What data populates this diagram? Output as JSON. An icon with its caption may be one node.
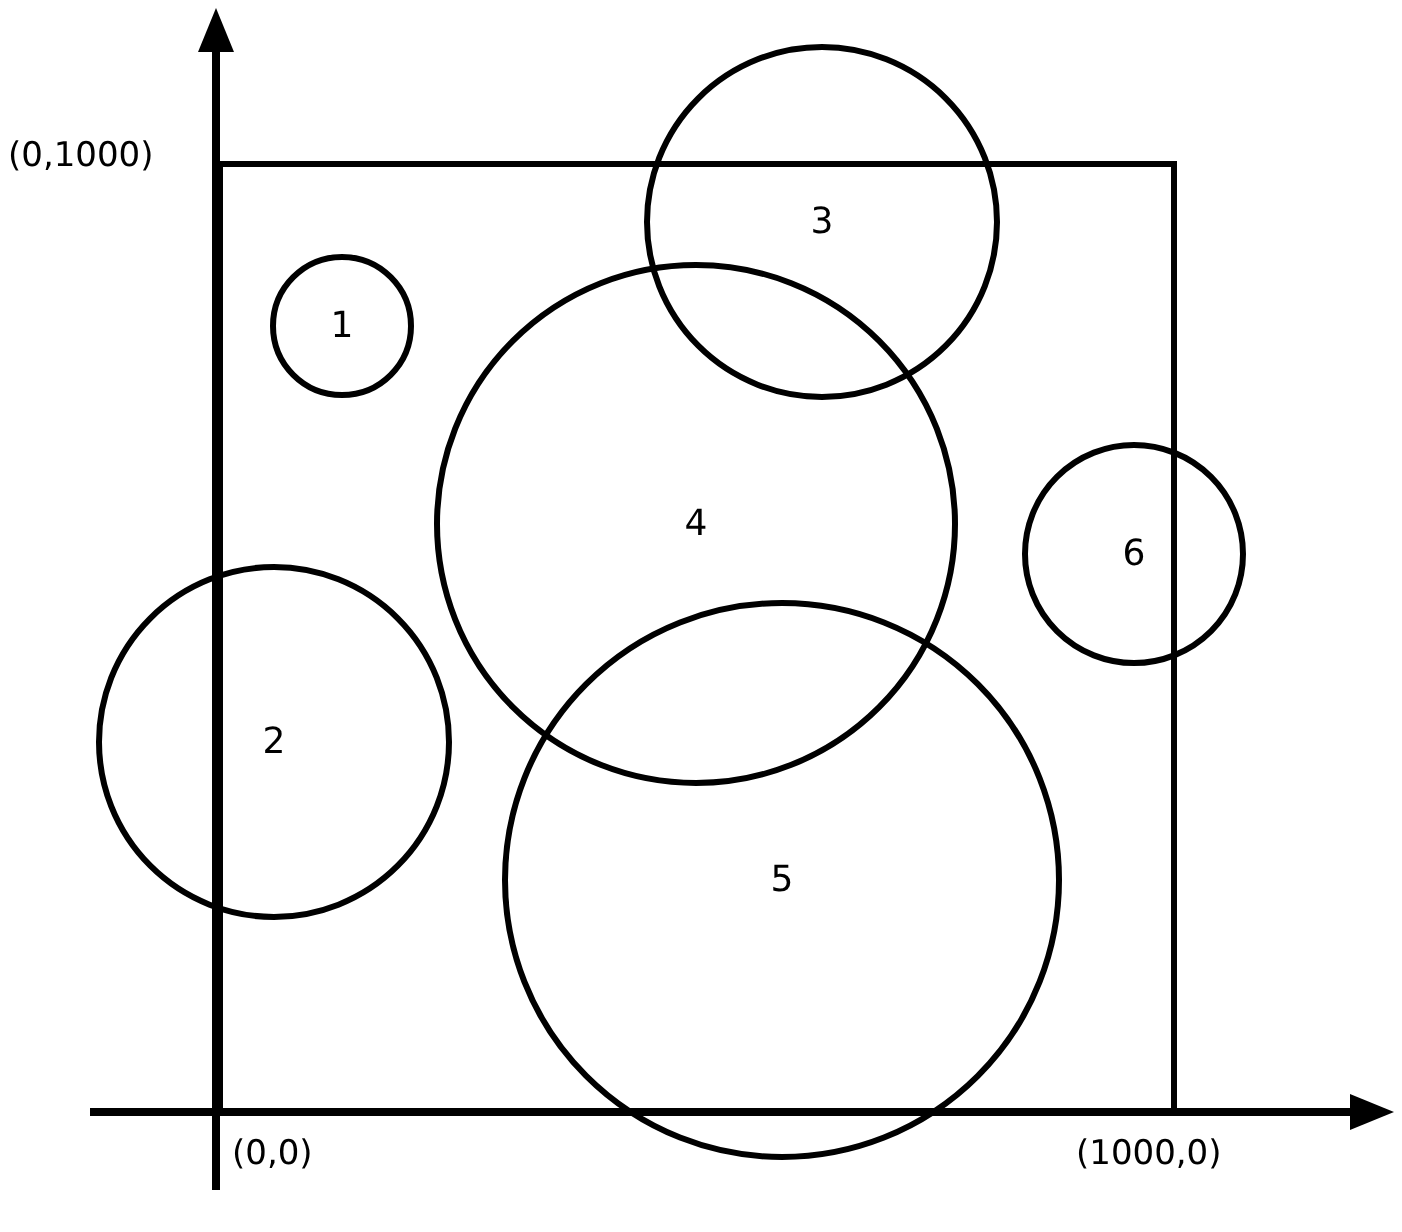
{
  "diagram": {
    "nodes": [
      {
        "text": [
          "1"
        ]
      },
      {
        "text": [
          "2"
        ]
      },
      {
        "text": [
          "3"
        ]
      },
      {
        "text": [
          "4"
        ]
      },
      {
        "text": [
          "5"
        ]
      },
      {
        "text": [
          "6"
        ]
      }
    ],
    "labels": [
      "(0,1000)",
      "(0,0)",
      "(1000,0)"
    ]
  }
}
